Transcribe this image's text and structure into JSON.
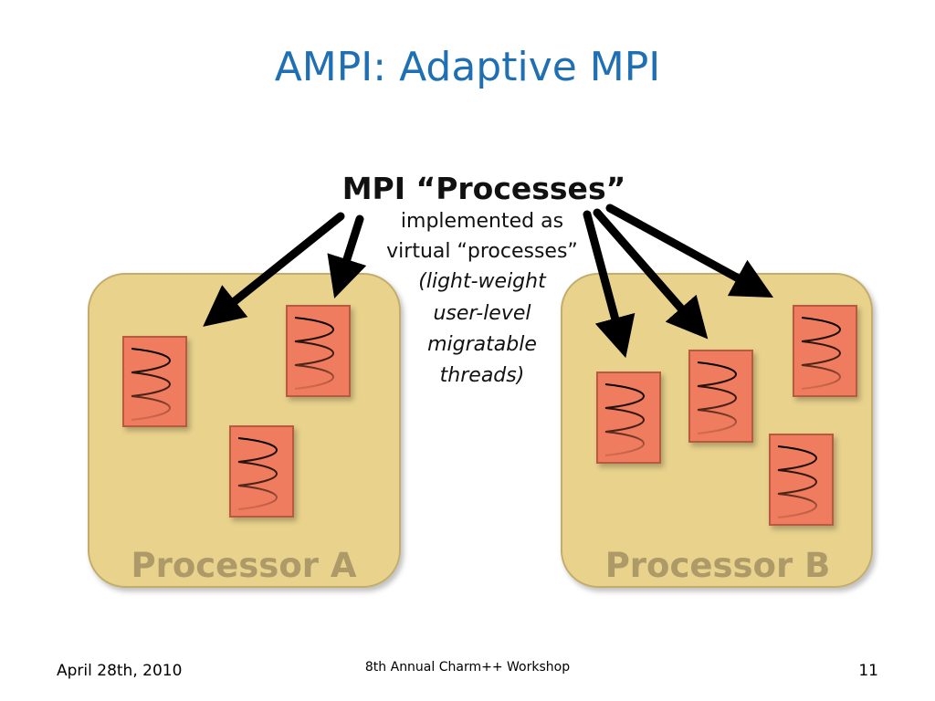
{
  "slide": {
    "title": "AMPI: Adaptive MPI"
  },
  "diagram": {
    "heading": "MPI “Processes”",
    "description_lines": [
      "implemented as",
      "virtual “processes”",
      "(light-weight",
      "user-level",
      "migratable",
      "threads)"
    ],
    "processor_a_label": "Processor A",
    "processor_b_label": "Processor B",
    "colors": {
      "processor_fill": "#e8d28c",
      "processor_stroke": "#c2ad6d",
      "processor_label": "#ad9a68",
      "thread_fill": "#f07c5e",
      "thread_stroke": "#b85a3f",
      "arrow": "#000000"
    }
  },
  "footer": {
    "date": "April 28th, 2010",
    "event": "8th Annual Charm++ Workshop",
    "page_number": "11"
  }
}
